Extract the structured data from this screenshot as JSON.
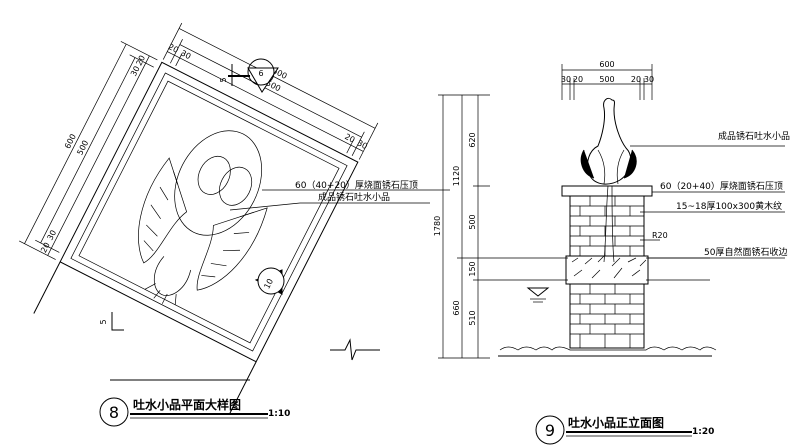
{
  "plan": {
    "title": "吐水小品平面大样图",
    "scale": "1:10",
    "number": "8",
    "section_mark": "5",
    "section_ref_1": "6",
    "section_ref_2": "10",
    "dims": {
      "top_total": "600",
      "top_inner": "500",
      "top_a": "20",
      "top_b": "30",
      "top_c": "20",
      "top_d": "30",
      "left_total": "600",
      "left_inner": "500",
      "left_a": "20",
      "left_b": "30",
      "left_c": "30",
      "left_d": "20"
    },
    "notes": {
      "coping": "60（40+20）厚烧面锈石压顶",
      "sculpture": "成品锈石吐水小品"
    }
  },
  "elevation": {
    "title": "吐水小品正立面图",
    "scale": "1:20",
    "number": "9",
    "dims": {
      "top_total": "600",
      "top_a": "30",
      "top_b": "20",
      "top_c": "500",
      "top_d": "20",
      "top_e": "30",
      "total_height": "1780",
      "upper": "1120",
      "sculpture_h": "620",
      "pier_h": "500",
      "band_h": "150",
      "lower": "660",
      "base_h": "510",
      "radius": "R20"
    },
    "notes": {
      "sculpture": "成品锈石吐水小品",
      "coping": "60（20+40）厚烧面锈石压顶",
      "brick": "15~18厚100x300黄木纹",
      "band": "50厚自然面锈石收边"
    }
  }
}
